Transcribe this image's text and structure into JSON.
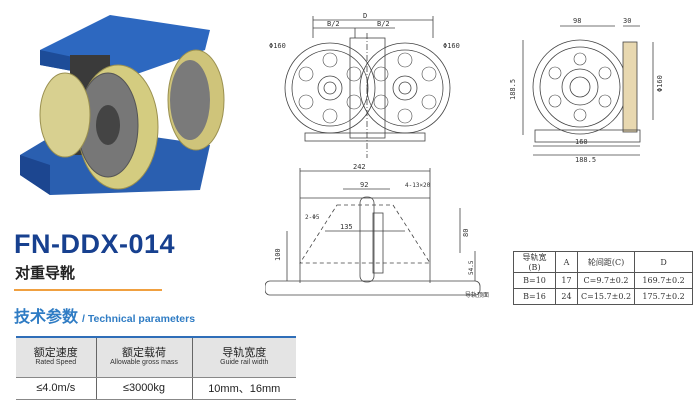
{
  "product": {
    "model": "FN-DDX-014",
    "name": "对重导靴"
  },
  "section": {
    "title_cn": "技术参数",
    "title_en": "/ Technical parameters"
  },
  "spec_table": {
    "headers": [
      {
        "cn": "额定速度",
        "en": "Rated Speed"
      },
      {
        "cn": "额定载荷",
        "en": "Allowable gross mass"
      },
      {
        "cn": "导轨宽度",
        "en": "Guide rail width"
      }
    ],
    "row": [
      "≤4.0m/s",
      "≤3000kg",
      "10mm、16mm"
    ]
  },
  "dim_table": {
    "headers": [
      "导轨宽(B)",
      "A",
      "轮间距(C)",
      "D"
    ],
    "rows": [
      [
        "B=10",
        "17",
        "C=9.7±0.2",
        "169.7±0.2"
      ],
      [
        "B=16",
        "24",
        "C=15.7±0.2",
        "175.7±0.2"
      ]
    ]
  },
  "drawings": {
    "front": {
      "d": "D",
      "b2a": "B/2",
      "b2b": "B/2",
      "phi_l": "Φ160",
      "phi_r": "Φ160"
    },
    "side": {
      "w98": "98",
      "w30": "30",
      "h": "188.5",
      "phi": "Φ160",
      "w160": "160",
      "w188": "188.5"
    },
    "bottom": {
      "w242": "242",
      "w92": "92",
      "holes": "4-13×20",
      "pins": "2-Φ5",
      "w135": "135",
      "h80": "80",
      "h100": "100",
      "h54": "54.5",
      "rail_top": "导轨顶面"
    }
  },
  "colors": {
    "brand": "#17408f",
    "accent": "#f0a040",
    "section": "#2f7cc4"
  }
}
